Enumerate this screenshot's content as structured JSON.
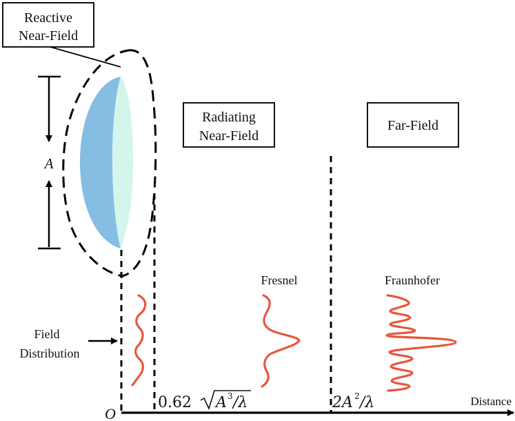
{
  "labels": {
    "reactive_near_field": [
      "Reactive",
      "Near-Field"
    ],
    "radiating_near_field": [
      "Radiating",
      "Near-Field"
    ],
    "far_field": "Far-Field",
    "aperture_symbol": "A",
    "field_distribution": [
      "Field",
      "Distribution"
    ],
    "fresnel": "Fresnel",
    "fraunhofer": "Fraunhofer",
    "origin": "O",
    "axis_label": "Distance",
    "boundary_1": {
      "prefix": "0.62",
      "radicand": "A",
      "exp": "3",
      "suffix": "/λ"
    },
    "boundary_2": {
      "prefix": "2A",
      "exp": "2",
      "suffix": "/λ"
    }
  },
  "colors": {
    "lens_dark": "#85bde3",
    "lens_light": "#d3f5ec",
    "wave": "#e8563f",
    "ink": "#000000"
  }
}
